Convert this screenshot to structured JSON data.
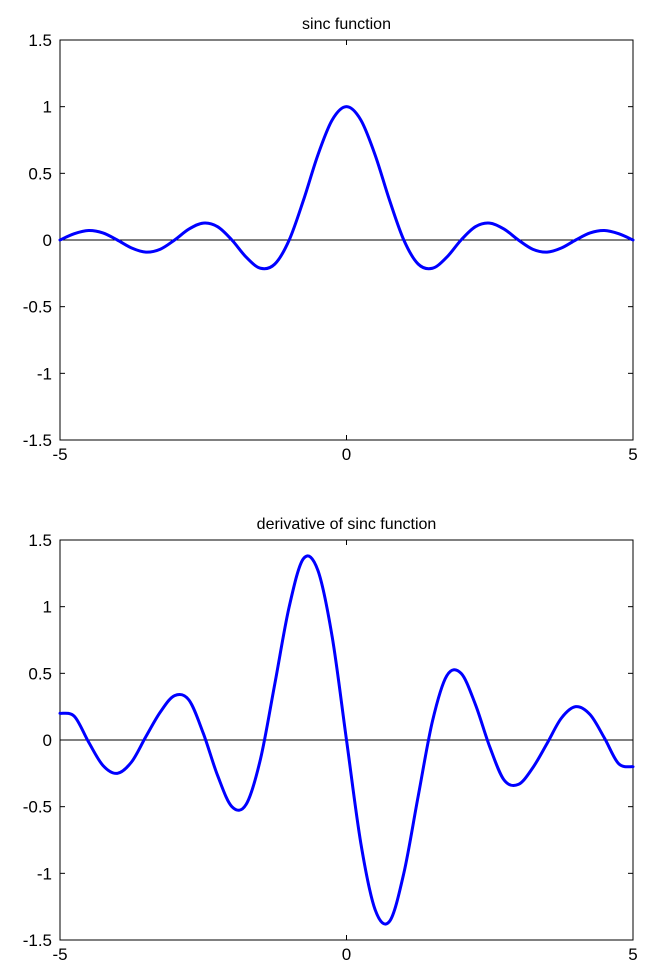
{
  "chart_data": [
    {
      "type": "line",
      "title": "sinc function",
      "xlabel": "",
      "ylabel": "",
      "xlim": [
        -5,
        5
      ],
      "ylim": [
        -1.5,
        1.5
      ],
      "xticks": [
        -5,
        0,
        5
      ],
      "xtick_labels": [
        "-5",
        "0",
        "5"
      ],
      "yticks": [
        1.5,
        1,
        0.5,
        0,
        -0.5,
        -1,
        -1.5
      ],
      "ytick_labels": [
        "1.5",
        "1",
        "0.5",
        "0",
        "-0.5",
        "-1",
        "-1.5"
      ],
      "grid": false,
      "reference_line_y": 0,
      "series": [
        {
          "color": "#0000ff",
          "x": [
            -5,
            -4.75,
            -4.5,
            -4.25,
            -4,
            -3.75,
            -3.5,
            -3.25,
            -3,
            -2.75,
            -2.5,
            -2.25,
            -2,
            -1.75,
            -1.5,
            -1.25,
            -1,
            -0.75,
            -0.5,
            -0.25,
            0,
            0.25,
            0.5,
            0.75,
            1,
            1.25,
            1.5,
            1.75,
            2,
            2.25,
            2.5,
            2.75,
            3,
            3.25,
            3.5,
            3.75,
            4,
            4.25,
            4.5,
            4.75,
            5
          ],
          "y": [
            0,
            0.047,
            0.071,
            0.053,
            0,
            -0.06,
            -0.091,
            -0.069,
            0,
            0.082,
            0.127,
            0.1,
            0,
            -0.129,
            -0.212,
            -0.18,
            0,
            0.3,
            0.637,
            0.9,
            1,
            0.9,
            0.637,
            0.3,
            0,
            -0.18,
            -0.212,
            -0.129,
            0,
            0.1,
            0.127,
            0.082,
            0,
            -0.069,
            -0.091,
            -0.06,
            0,
            0.053,
            0.071,
            0.047,
            0
          ]
        }
      ]
    },
    {
      "type": "line",
      "title": "derivative of sinc function",
      "xlabel": "",
      "ylabel": "",
      "xlim": [
        -5,
        5
      ],
      "ylim": [
        -1.5,
        1.5
      ],
      "xticks": [
        -5,
        0,
        5
      ],
      "xtick_labels": [
        "-5",
        "0",
        "5"
      ],
      "yticks": [
        1.5,
        1,
        0.5,
        0,
        -0.5,
        -1,
        -1.5
      ],
      "ytick_labels": [
        "1.5",
        "1",
        "0.5",
        "0",
        "-0.5",
        "-1",
        "-1.5"
      ],
      "grid": false,
      "reference_line_y": 0,
      "series": [
        {
          "color": "#0000ff",
          "x": [
            -5,
            -4.75,
            -4.5,
            -4.25,
            -4,
            -3.75,
            -3.5,
            -3.25,
            -3,
            -2.75,
            -2.5,
            -2.25,
            -2,
            -1.75,
            -1.5,
            -1.25,
            -1,
            -0.75,
            -0.5,
            -0.25,
            0,
            0.25,
            0.5,
            0.75,
            1,
            1.25,
            1.5,
            1.75,
            2,
            2.25,
            2.5,
            2.75,
            3,
            3.25,
            3.5,
            3.75,
            4,
            4.25,
            4.5,
            4.75,
            5
          ],
          "y": [
            0.2,
            0.178,
            -0.016,
            -0.191,
            -0.25,
            -0.164,
            0.026,
            0.209,
            0.333,
            0.3,
            0.051,
            -0.266,
            -0.5,
            -0.482,
            -0.141,
            0.424,
            1,
            1.361,
            1.273,
            0.774,
            0,
            -0.774,
            -1.273,
            -1.361,
            -1,
            -0.424,
            0.141,
            0.482,
            0.5,
            0.266,
            -0.051,
            -0.3,
            -0.333,
            -0.209,
            -0.026,
            0.164,
            0.25,
            0.191,
            0.016,
            -0.178,
            -0.2
          ]
        }
      ]
    }
  ]
}
